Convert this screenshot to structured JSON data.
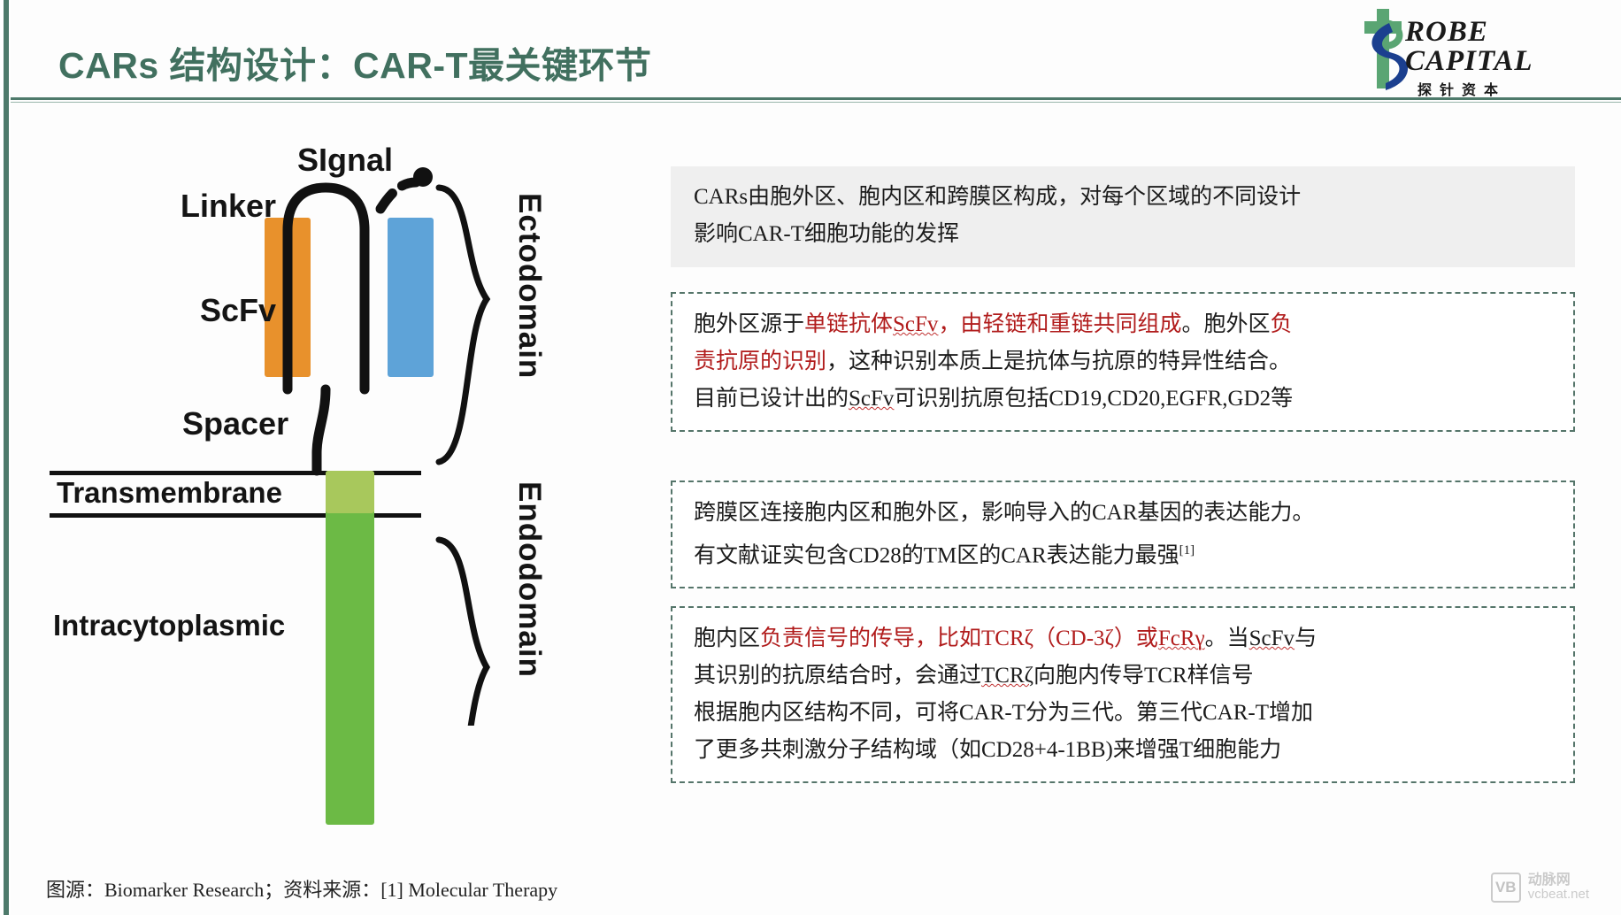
{
  "slide": {
    "title": "CARs 结构设计：CAR-T最关键环节",
    "accent_color": "#41705f",
    "rule_color": "#4e7a6b"
  },
  "logo": {
    "line1": "ROBE",
    "line2": "CAPITAL",
    "chinese": "探针资本",
    "mark_color": "#5aa573",
    "swirl_color": "#1b3f8f"
  },
  "diagram": {
    "labels": {
      "signal": "SIgnal",
      "linker": "Linker",
      "scfv": "ScFv",
      "spacer": "Spacer",
      "transmembrane": "Transmembrane",
      "intracytoplasmic": "Intracytoplasmic",
      "ectodomain": "Ectodomain",
      "endodomain": "Endodomain"
    },
    "colors": {
      "light_chain": "#e8912c",
      "heavy_chain": "#5ea3d8",
      "intracellular": "#6cba45",
      "tm_segment": "#a8c85c",
      "backbone": "#111111"
    }
  },
  "panels": {
    "intro": {
      "line1": "CARs由胞外区、胞内区和跨膜区构成，对每个区域的不同设计",
      "line2": "影响CAR-T细胞功能的发挥"
    },
    "ectodomain": {
      "seg1_black": "胞外区源于",
      "seg2_red_a": "单链抗体",
      "seg2_red_wavy": "ScFv",
      "seg3_red": "，由轻链和重链共同组成",
      "seg4_black": "。胞外区",
      "seg5_red": "负",
      "line2_red": "责抗原的识别",
      "line2_black": "，这种识别本质上是抗体与抗原的特异性结合。",
      "line3_a": "目前已设计出的",
      "line3_wavy": "ScFv",
      "line3_b": "可识别抗原包括CD19,CD20,EGFR,GD2等"
    },
    "transmembrane": {
      "line1": "跨膜区连接胞内区和胞外区，影响导入的CAR基因的表达能力。",
      "line2": "有文献证实包含CD28的TM区的CAR表达能力最强",
      "line2_sup": "[1]"
    },
    "endodomain": {
      "l1_black": "胞内区",
      "l1_red": "负责信号的传导，比如TCRζ（CD-3ζ）或",
      "l1_red_wavy": "FcRγ",
      "l1_black2": "。当",
      "l1_wavy2": "ScFv",
      "l1_black3": "与",
      "l2_a": "其识别的抗原结合时，会通过",
      "l2_wavy": "TCRζ",
      "l2_b": "向胞内传导TCR样信号",
      "l3": "根据胞内区结构不同，可将CAR-T分为三代。第三代CAR-T增加",
      "l4": "了更多共刺激分子结构域（如CD28+4-1BB)来增强T细胞能力"
    }
  },
  "footer": {
    "source": "图源：Biomarker Research；资料来源：[1] Molecular Therapy",
    "watermark_mark": "VB",
    "watermark_name": "动脉网",
    "watermark_url": "vcbeat.net"
  }
}
